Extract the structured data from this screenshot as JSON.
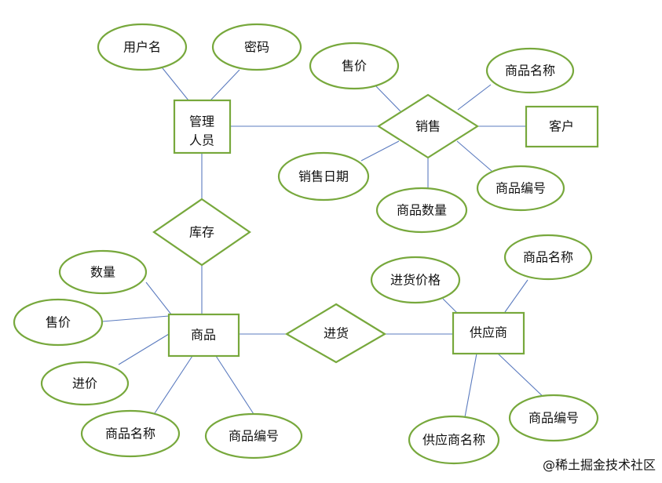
{
  "entities": {
    "admin_line1": "管理",
    "admin_line2": "人员",
    "customer": "客户",
    "product": "商品",
    "supplier": "供应商"
  },
  "relationships": {
    "sales": "销售",
    "inventory": "库存",
    "purchase": "进货"
  },
  "attributes": {
    "username": "用户名",
    "password": "密码",
    "sales_price": "售价",
    "sales_product_name": "商品名称",
    "sales_date": "销售日期",
    "sales_quantity": "商品数量",
    "sales_product_id": "商品编号",
    "product_quantity": "数量",
    "product_price": "售价",
    "product_cost": "进价",
    "product_name": "商品名称",
    "product_id": "商品编号",
    "purchase_price": "进货价格",
    "supplier_product_name": "商品名称",
    "supplier_name": "供应商名称",
    "supplier_product_id": "商品编号"
  },
  "watermark": "@稀土掘金技术社区",
  "colors": {
    "shape_stroke": "#77a83c",
    "edge": "#5b7bbf",
    "text": "#111111",
    "watermark": "#9a9a9a"
  }
}
